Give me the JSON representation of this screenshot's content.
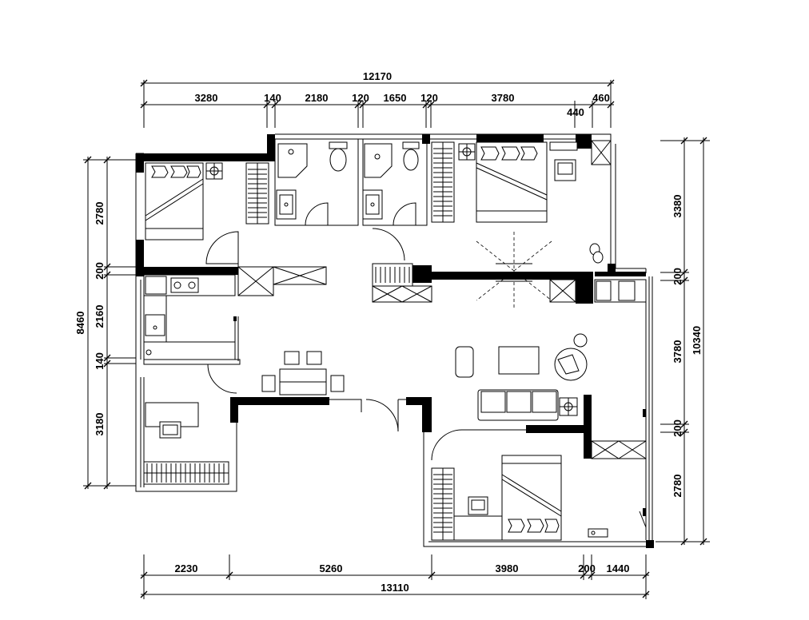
{
  "dimensions": {
    "top_total": "12170",
    "top_segments": [
      "3280",
      "140",
      "2180",
      "120",
      "1650",
      "120",
      "3780"
    ],
    "top_right_a": "440",
    "top_right_b": "460",
    "bottom_segments": [
      "2230",
      "5260",
      "3980",
      "200",
      "1440"
    ],
    "bottom_total": "13110",
    "left_total": "8460",
    "left_segments": [
      "2780",
      "200",
      "2160",
      "140",
      "3180"
    ],
    "right_total": "10340",
    "right_segments": [
      "3380",
      "200",
      "3780",
      "200",
      "2780"
    ]
  },
  "rooms": [
    "bedroom-northwest",
    "bathroom-1",
    "bathroom-2",
    "bedroom-northeast",
    "kitchen",
    "study",
    "living-dining",
    "bedroom-southeast"
  ]
}
